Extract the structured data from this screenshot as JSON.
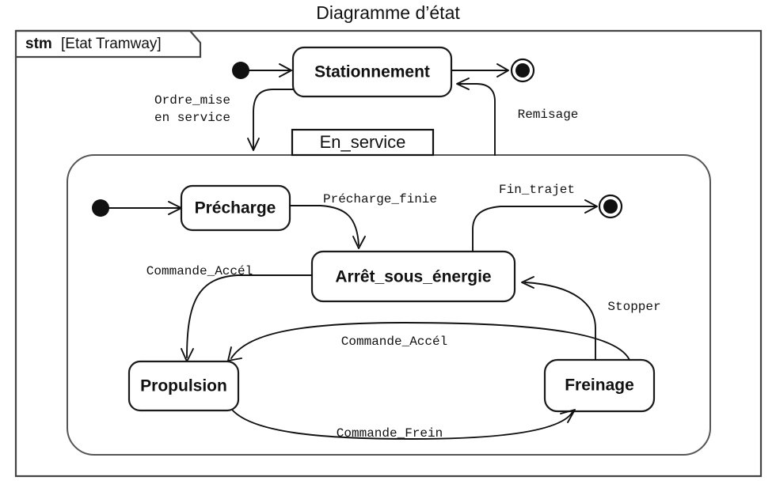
{
  "title": "Diagramme d’état",
  "frame": {
    "kind": "stm",
    "name": "[Etat Tramway]"
  },
  "composite": {
    "label": "En_service"
  },
  "states": {
    "stationnement": "Stationnement",
    "precharge": "Précharge",
    "arret_sous_energie": "Arrêt_sous_énergie",
    "propulsion": "Propulsion",
    "freinage": "Freinage"
  },
  "transitions": {
    "ordre_mise_line1": "Ordre_mise",
    "ordre_mise_line2": "en service",
    "remisage": "Remisage",
    "precharge_finie": "Précharge_finie",
    "fin_trajet": "Fin_trajet",
    "commande_accel_top": "Commande_Accél",
    "commande_accel_mid": "Commande_Accél",
    "commande_frein": "Commande_Frein",
    "stopper": "Stopper"
  },
  "colors": {
    "stroke": "#111111",
    "frame": "#444444",
    "background": "#ffffff"
  }
}
